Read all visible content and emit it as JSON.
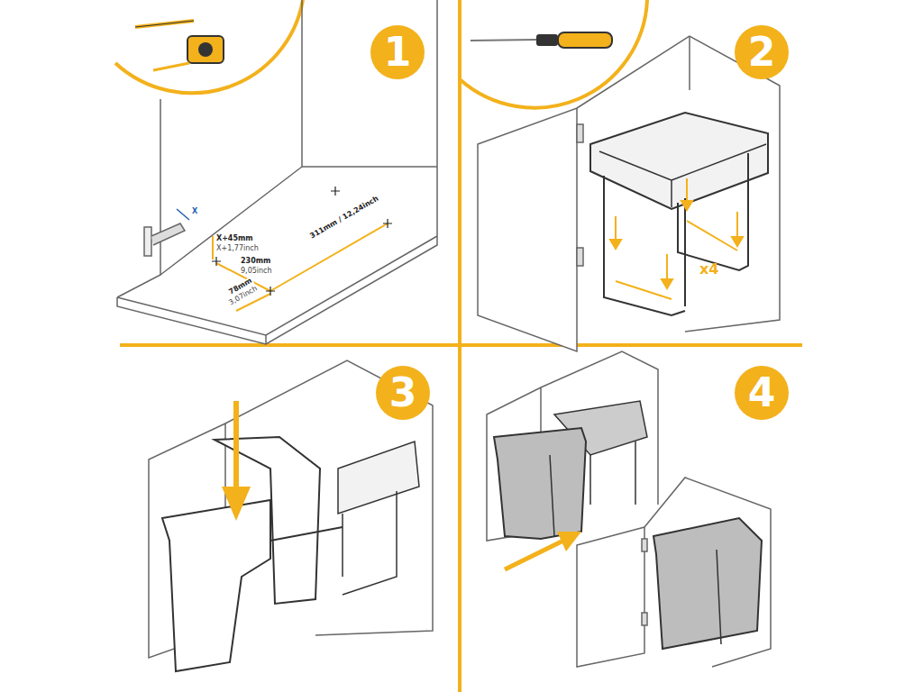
{
  "diagram": {
    "nodes": [
      {
        "text": [
          "1"
        ]
      },
      {
        "text": [
          "2"
        ]
      },
      {
        "text": [
          "3"
        ]
      },
      {
        "text": [
          "4"
        ]
      }
    ],
    "labels": [
      "X+45mm",
      "X+1,77inch",
      "230mm",
      "9,05inch",
      "78mm",
      "3,07inch",
      "311mm / 12,24inch",
      "X",
      "x4"
    ]
  }
}
